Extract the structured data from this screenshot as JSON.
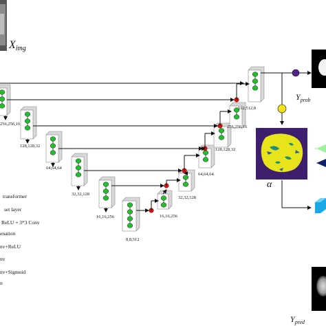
{
  "labels": {
    "x_img": "X",
    "x_img_sub": "img",
    "y_prob": "Y",
    "y_prob_sub": "prob",
    "y_pred": "Y",
    "y_pred_sub": "pred",
    "alpha": "α"
  },
  "encoder_dims": [
    "256,256,16",
    "128,128,32",
    "64,64,64",
    "32,32,128",
    "16,16,256",
    "8,8,512"
  ],
  "decoder_dims": [
    "16,16,256",
    "32,32,128",
    "64,64,64",
    "128,128,32",
    "256,256,16",
    "512,512,8"
  ],
  "legend": [
    "transformer",
    "set layer",
    "ReLU + 3*3 Conv",
    "enation",
    "nv+ReLU",
    "nv",
    "nv+Sigmoid",
    "n"
  ],
  "colors": {
    "node_green": "#22c02a",
    "skip_red": "#dd1111",
    "prob_purple": "#55228a",
    "gate_yellow": "#f2e21a",
    "map_bg": "#3d1f6e",
    "map_yellow": "#e8e41c",
    "cube_blue": "#1aa9e6",
    "tri_green": "#9ef09a",
    "tri_navy": "#10206a"
  }
}
